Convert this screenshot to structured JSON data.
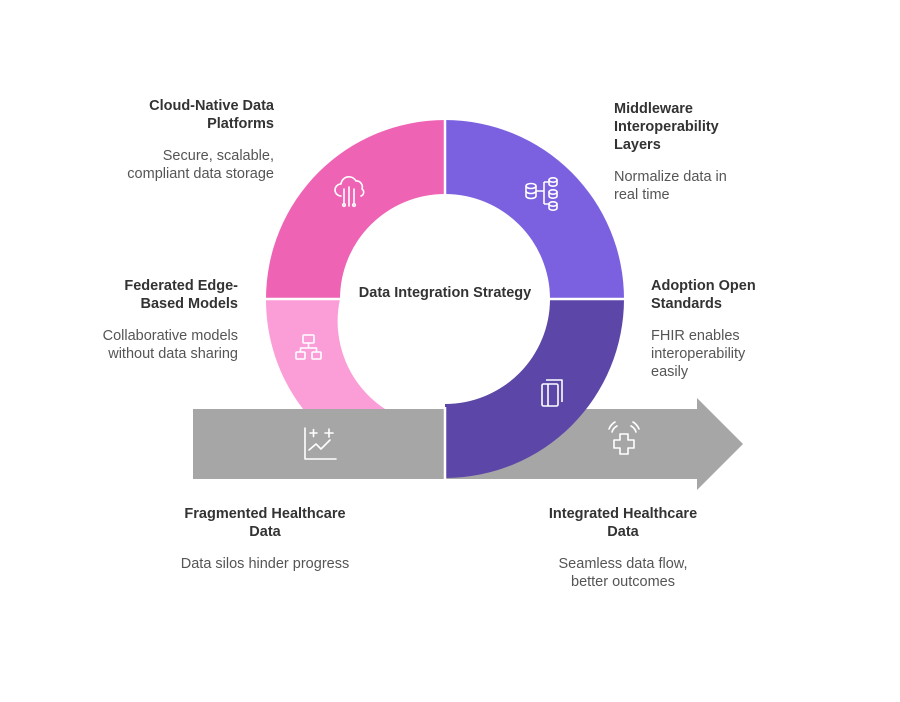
{
  "center": {
    "title": "Data Integration Strategy"
  },
  "colors": {
    "arrow": "#a6a6a6",
    "cloud": "#ef63b5",
    "federated": "#fb9ed8",
    "middleware": "#7b61df",
    "standards": "#5c47a8",
    "icon": "#ffffff"
  },
  "stages": {
    "fragmented": {
      "title": "Fragmented Healthcare Data",
      "desc": "Data silos hinder progress",
      "icon": "chart-plus-icon"
    },
    "integrated": {
      "title": "Integrated Healthcare Data",
      "desc": "Seamless data flow, better outcomes",
      "icon": "health-signal-icon"
    },
    "cloud": {
      "title": "Cloud-Native Data Platforms",
      "desc": "Secure, scalable, compliant data storage",
      "icon": "cloud-circuit-icon"
    },
    "federated": {
      "title": "Federated Edge-Based Models",
      "desc": "Collaborative models without data sharing",
      "icon": "network-icon"
    },
    "middleware": {
      "title": "Middleware Interoperability Layers",
      "desc": "Normalize data in real time",
      "icon": "database-layers-icon"
    },
    "standards": {
      "title": "Adoption Open Standards",
      "desc": "FHIR enables interoperability easily",
      "icon": "documents-icon"
    }
  }
}
